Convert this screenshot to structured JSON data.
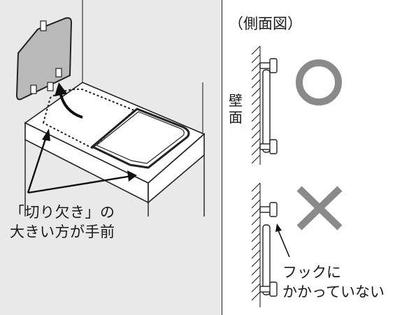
{
  "left_caption": {
    "line1": "「切り欠き」の",
    "line2": "大きい方が手前"
  },
  "side_view": {
    "title": "（側面図）",
    "wall_label": "壁面",
    "ok_symbol": "circle",
    "ng_symbol": "cross",
    "ng_note_line1": "フックに",
    "ng_note_line2": "かかっていない"
  },
  "colors": {
    "left_background": "#e9e9e9",
    "right_background": "#ffffff",
    "symbol_gray": "#8a8a8a",
    "lid_fill": "#b9b9b9",
    "line": "#1e1e1e"
  }
}
